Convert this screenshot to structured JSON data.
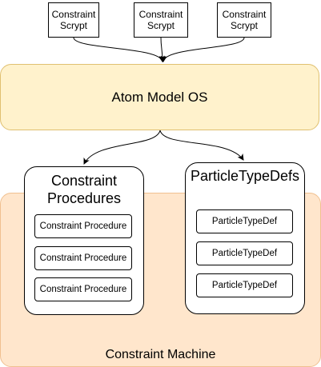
{
  "scrypts": [
    {
      "line1": "Constraint",
      "line2": "Scrypt"
    },
    {
      "line1": "Constraint",
      "line2": "Scrypt"
    },
    {
      "line1": "Constraint",
      "line2": "Scrypt"
    }
  ],
  "os": {
    "label": "Atom Model OS"
  },
  "machine": {
    "label": "Constraint Machine"
  },
  "procedures": {
    "title_line1": "Constraint",
    "title_line2": "Procedures",
    "items": [
      "Constraint Procedure",
      "Constraint Procedure",
      "Constraint Procedure"
    ]
  },
  "particles": {
    "title": "ParticleTypeDefs",
    "items": [
      "ParticleTypeDef",
      "ParticleTypeDef",
      "ParticleTypeDef"
    ]
  },
  "colors": {
    "os_fill": "#fff2cc",
    "machine_fill": "#ffe6cc"
  }
}
